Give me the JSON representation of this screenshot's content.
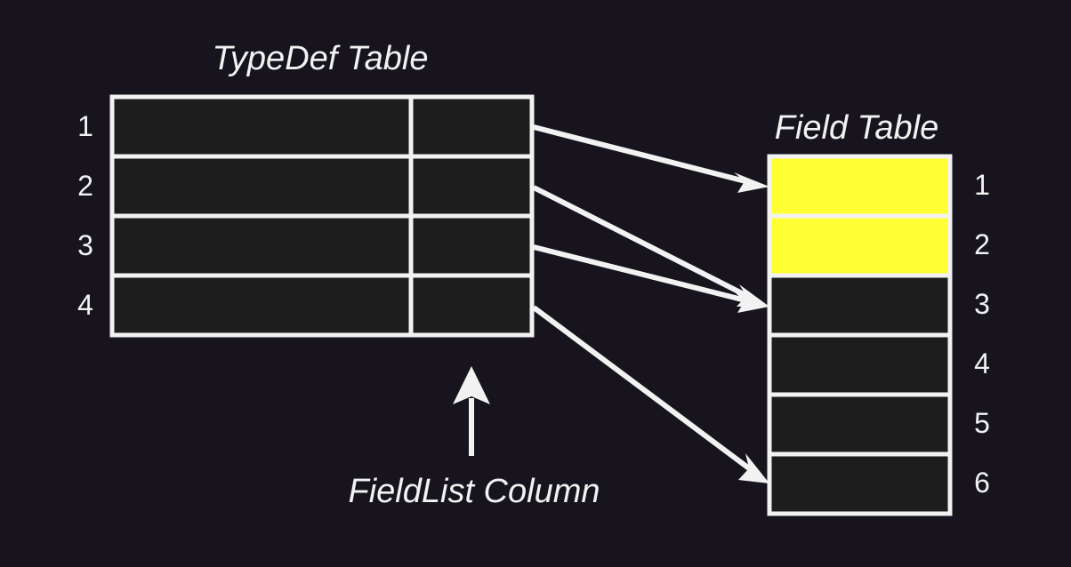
{
  "typedef_table": {
    "title": "TypeDef Table",
    "row_numbers": [
      "1",
      "2",
      "3",
      "4"
    ]
  },
  "field_table": {
    "title": "Field Table",
    "row_numbers": [
      "1",
      "2",
      "3",
      "4",
      "5",
      "6"
    ],
    "highlighted_rows": [
      1,
      2
    ],
    "highlight_color": "#ffff33",
    "cell_color": "#1d1d1d"
  },
  "fieldlist_caption": "FieldList Column",
  "pointers": [
    {
      "from_typedef_row": 1,
      "to_field_row": 1
    },
    {
      "from_typedef_row": 2,
      "to_field_row": 3
    },
    {
      "from_typedef_row": 3,
      "to_field_row": 3
    },
    {
      "from_typedef_row": 4,
      "to_field_row": 6
    }
  ],
  "colors": {
    "background": "#17141d",
    "line": "#f2f2f2"
  }
}
